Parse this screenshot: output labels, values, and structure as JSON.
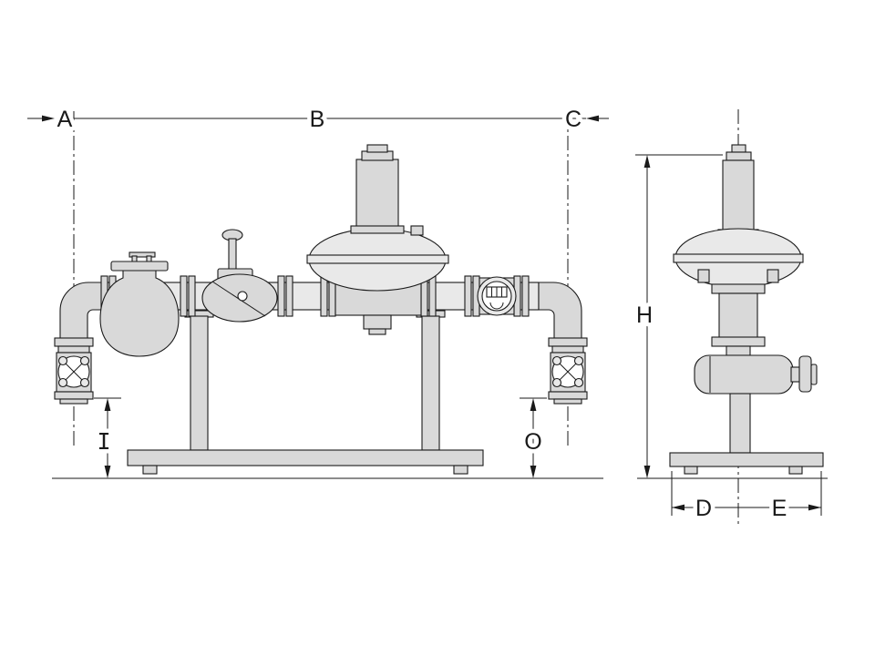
{
  "colors": {
    "line": "#1a1a1a",
    "part-fill": "#d9d9d9",
    "part-light": "#e9e9e9",
    "background": "#ffffff"
  },
  "dimension_labels": {
    "a": "A",
    "b": "B",
    "c": "C",
    "h": "H",
    "i": "I",
    "o": "O",
    "d": "D",
    "e": "E"
  }
}
